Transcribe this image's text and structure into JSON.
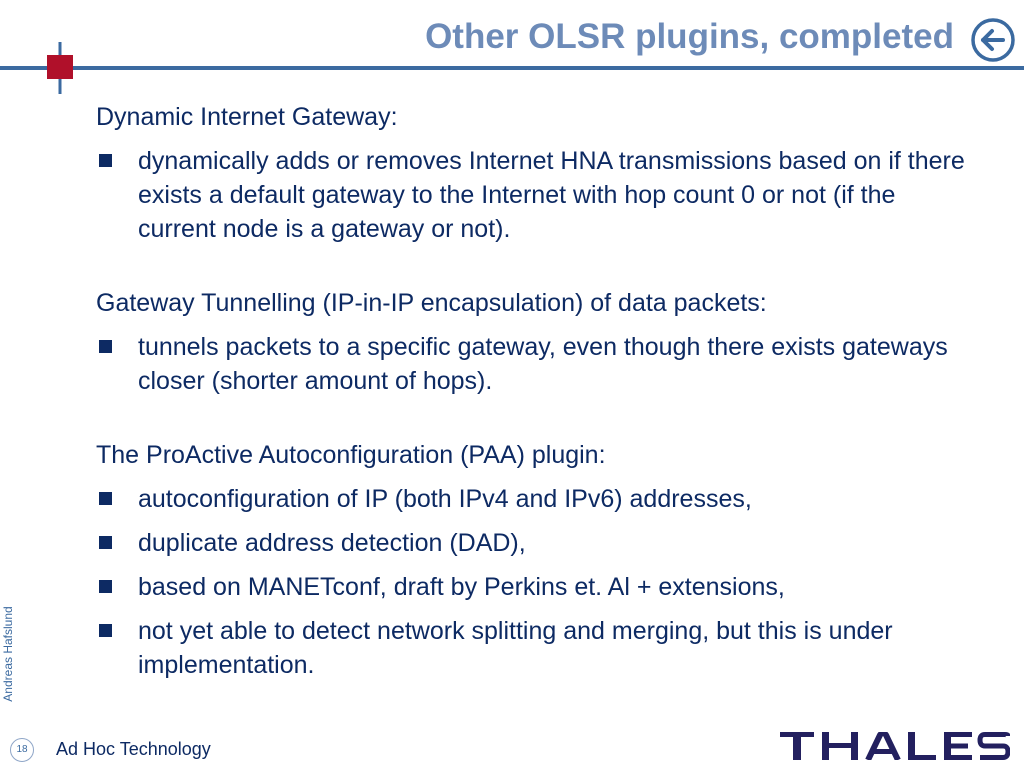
{
  "slide": {
    "title": "Other OLSR plugins, completed",
    "author": "Andreas Hafslund",
    "page_number": "18",
    "footer_label": "Ad Hoc Technology",
    "logo_text": "THALES",
    "sections": [
      {
        "heading": "Dynamic Internet Gateway:",
        "bullets": [
          "dynamically adds or removes Internet HNA transmissions based on if there exists a default gateway to the Internet with hop count 0 or not (if the current node is a gateway or not)."
        ]
      },
      {
        "heading": "Gateway Tunnelling (IP-in-IP encapsulation) of data packets:",
        "bullets": [
          "tunnels packets to a specific gateway, even though there exists gateways closer (shorter amount of hops)."
        ]
      },
      {
        "heading": "The ProActive Autoconfiguration (PAA) plugin:",
        "bullets": [
          "autoconfiguration of IP (both IPv4 and IPv6) addresses,",
          "duplicate address detection (DAD),",
          "based on MANETconf, draft by Perkins et. Al + extensions,",
          "not yet able to detect network splitting and merging, but this is under implementation."
        ]
      }
    ]
  },
  "icons": {
    "back": "back-arrow-icon",
    "bullet": "square-bullet-icon"
  },
  "colors": {
    "title": "#6d8bb8",
    "rule": "#3b6aa0",
    "text": "#0d2a63",
    "marker": "#b0102a",
    "logo": "#23205f"
  }
}
